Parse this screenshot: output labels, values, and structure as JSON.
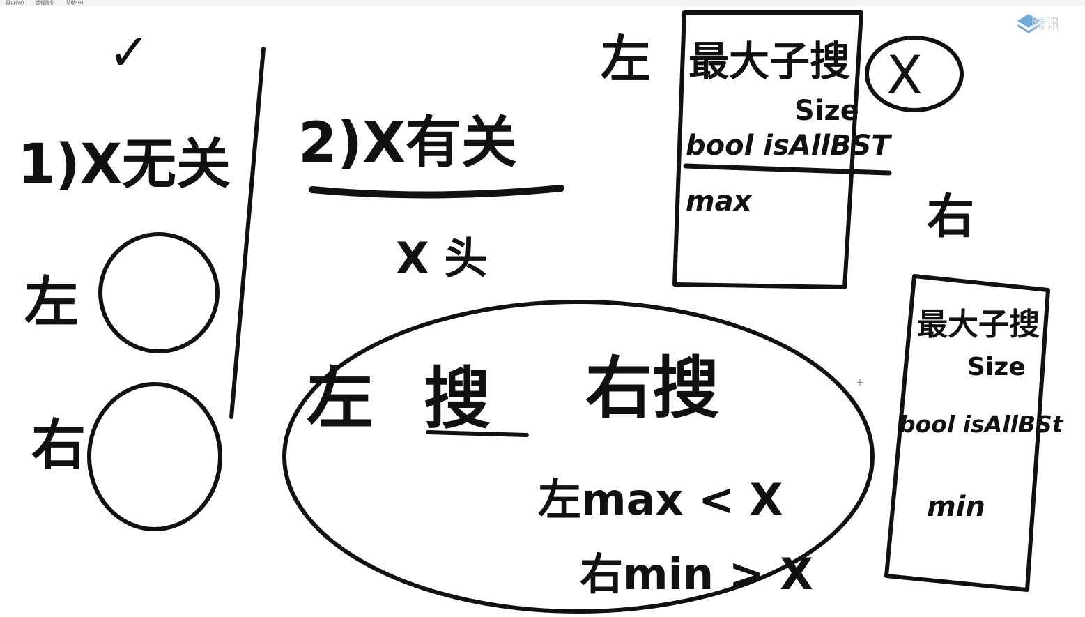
{
  "menu": {
    "items": [
      "窗口(W)",
      "远程操作",
      "帮助(H)"
    ]
  },
  "watermark": {
    "text": "腾讯"
  },
  "notes": {
    "check": "✓",
    "case1": "1)X无关",
    "left1": "左",
    "right1": "右",
    "case2": "2)X有关",
    "xhead": "X 头",
    "left_box_label": "左",
    "left_box_lines": [
      "最大子搜",
      "Size",
      "bool isAllBST",
      "max"
    ],
    "cross": "X",
    "right_box_label": "右",
    "right_box_lines": [
      "最大子搜",
      "Size",
      "bool isAllBSt",
      "min"
    ],
    "ellipse_line1a": "左",
    "ellipse_line1b": "搜",
    "ellipse_line1c": "右搜",
    "ellipse_line2": "左max < X",
    "ellipse_line3": "右min > X"
  }
}
